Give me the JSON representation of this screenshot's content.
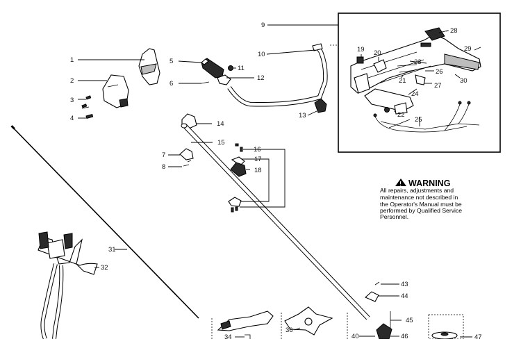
{
  "warning": {
    "symbol": "!",
    "title": "WARNING",
    "lines": [
      "All repairs, adjustments and",
      "maintenance not described in",
      "the Operator's Manual must be",
      "performed by Qualified Service",
      "Personnel."
    ]
  },
  "part_labels": {
    "p1": "1",
    "p2": "2",
    "p3": "3",
    "p4": "4",
    "p5": "5",
    "p6": "6",
    "p7": "7",
    "p8": "8",
    "p9": "9",
    "p10": "10",
    "p11": "11",
    "p12": "12",
    "p13": "13",
    "p14": "14",
    "p15": "15",
    "p16": "16",
    "p17": "17",
    "p18": "18",
    "p19": "19",
    "p20": "20",
    "p21": "21",
    "p22": "22",
    "p23": "23",
    "p24": "24",
    "p25": "25",
    "p26": "26",
    "p27": "27",
    "p28": "28",
    "p29": "29",
    "p30": "30",
    "p31": "31",
    "p32": "32",
    "p34": "34",
    "p36": "36",
    "p40": "40",
    "p43": "43",
    "p44": "44",
    "p45": "45",
    "p46": "46",
    "p47": "47"
  }
}
